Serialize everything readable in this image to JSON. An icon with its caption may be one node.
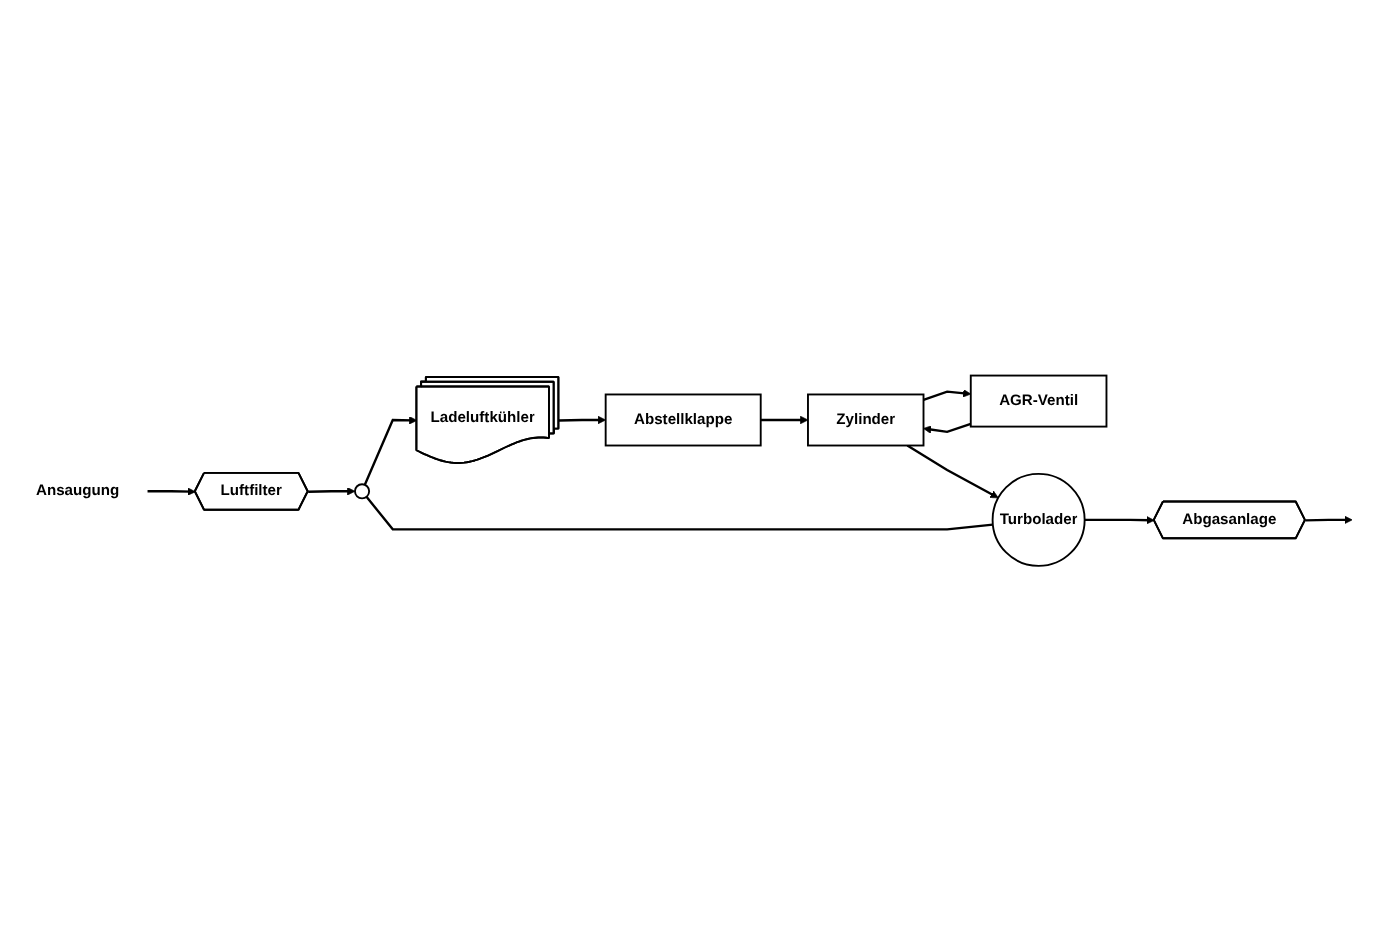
{
  "diagram": {
    "nodes": [
      {
        "text": [
          "Ansaugung"
        ]
      },
      {
        "text": [
          "Luftfilter"
        ]
      },
      {
        "text": [
          "Ladeluftkühler"
        ]
      },
      {
        "text": [
          "Abstellklappe"
        ]
      },
      {
        "text": [
          "AGR-Ventil"
        ]
      },
      {
        "text": [],
        "shape": "circle"
      },
      {
        "text": [
          "Zylinder"
        ]
      },
      {
        "text": [
          "Turbolader"
        ]
      },
      {
        "text": [
          "Abgasanlage"
        ]
      }
    ],
    "edges": [
      {
        "from": 0,
        "to": 1,
        "arrow": "to"
      },
      {
        "from": 1,
        "to": 5,
        "arrow": "to"
      },
      {
        "from": 5,
        "to": 2,
        "arrow": "to"
      },
      {
        "from": 2,
        "to": 3,
        "arrow": "to"
      },
      {
        "from": 3,
        "to": 6,
        "arrow": "to"
      },
      {
        "from": 4,
        "to": 6,
        "arrow": "to"
      },
      {
        "from": 6,
        "to": 7,
        "arrow": "to"
      },
      {
        "from": 6,
        "to": 4,
        "arrow": "to"
      },
      {
        "from": 5,
        "to": 7,
        "arrow": "none"
      },
      {
        "from": 7,
        "to": 8,
        "arrow": "to"
      },
      {
        "from": 8,
        "to": null,
        "arrow": "to"
      }
    ]
  }
}
